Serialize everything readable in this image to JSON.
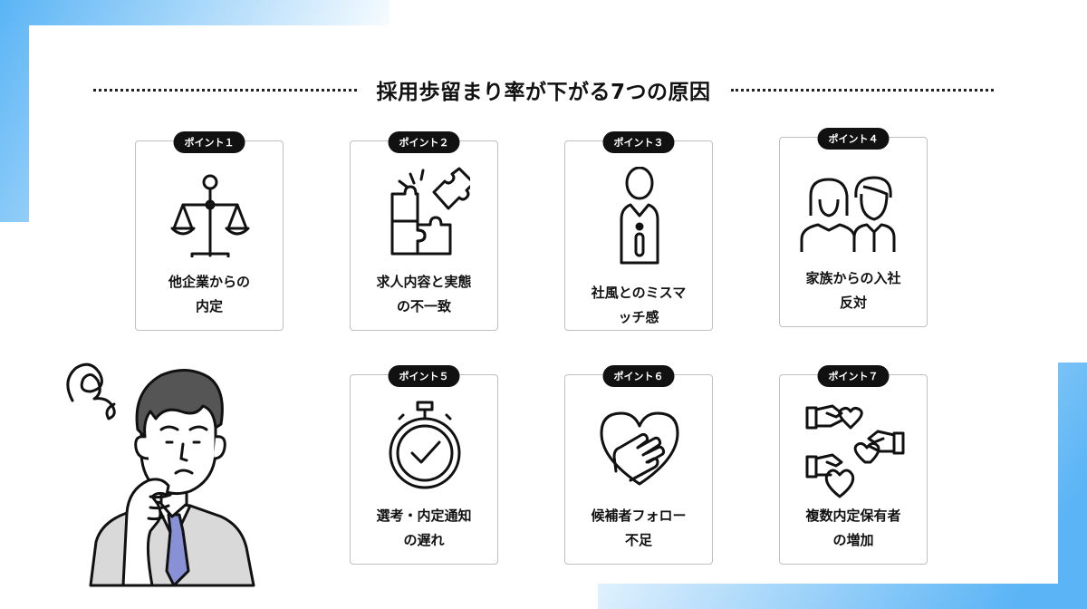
{
  "title": "採用歩留まり率が下がる7つの原因",
  "accent_colors": {
    "background_gradient": "#5ab4f5",
    "tie": "#8891d6",
    "suit": "#d9d9d9"
  },
  "points": [
    {
      "badge": "ポイント１",
      "line1": "他企業からの",
      "line2": "内定",
      "icon": "scales-icon"
    },
    {
      "badge": "ポイント２",
      "line1": "求人内容と実態",
      "line2": "の不一致",
      "icon": "puzzle-icon"
    },
    {
      "badge": "ポイント３",
      "line1": "社風とのミスマ",
      "line2": "ッチ感",
      "icon": "person-info-icon"
    },
    {
      "badge": "ポイント４",
      "line1": "家族からの入社",
      "line2": "反対",
      "icon": "family-icon"
    },
    {
      "badge": "ポイント５",
      "line1": "選考・内定通知",
      "line2": "の遅れ",
      "icon": "stopwatch-icon"
    },
    {
      "badge": "ポイント６",
      "line1": "候補者フォロー",
      "line2": "不足",
      "icon": "heart-hand-icon"
    },
    {
      "badge": "ポイント７",
      "line1": "複数内定保有者",
      "line2": "の増加",
      "icon": "hands-hearts-icon"
    }
  ]
}
